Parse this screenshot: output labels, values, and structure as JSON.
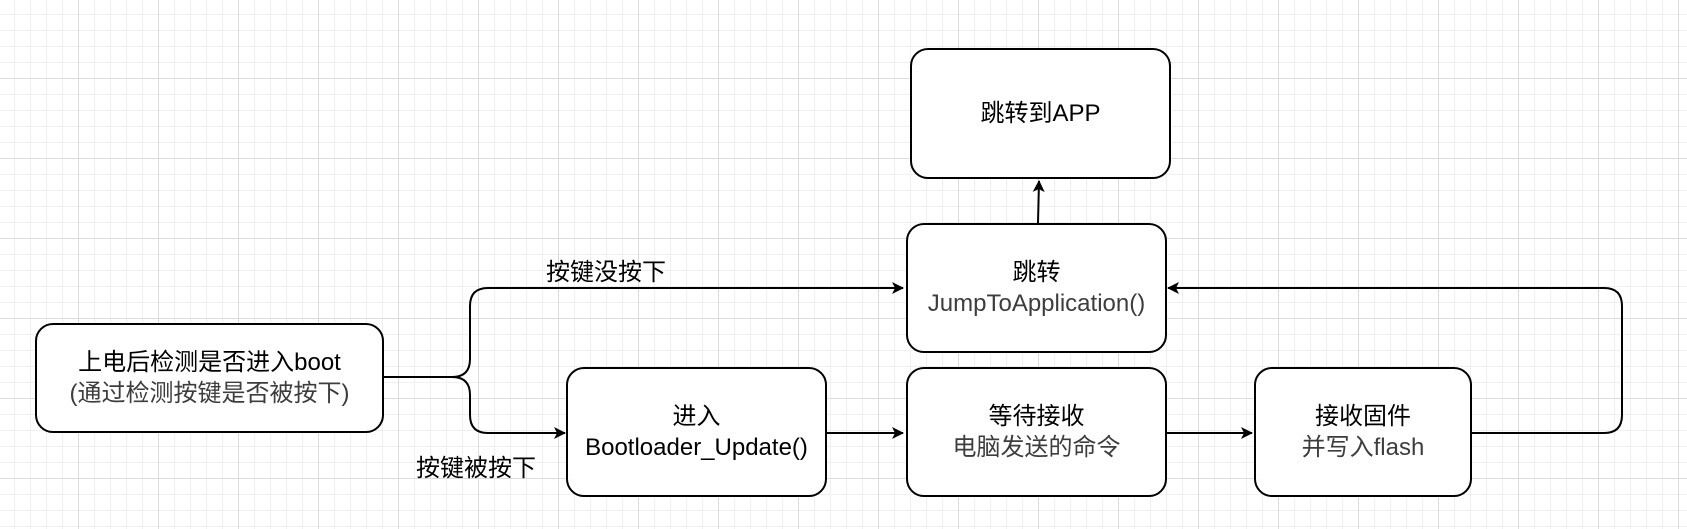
{
  "nodes": {
    "boot_check": {
      "line1": "上电后检测是否进入boot",
      "line2": "(通过检测按键是否被按下)"
    },
    "enter_bootloader": {
      "line1": "进入",
      "line2": "Bootloader_Update()"
    },
    "wait_receive": {
      "line1": "等待接收",
      "line2": "电脑发送的命令"
    },
    "receive_firmware": {
      "line1": "接收固件",
      "line2": "并写入flash"
    },
    "jump": {
      "line1": "跳转",
      "line2": "JumpToApplication()"
    },
    "jump_app": {
      "line1": "跳转到APP"
    }
  },
  "edges": {
    "not_pressed": "按键没按下",
    "pressed": "按键被按下"
  },
  "colors": {
    "stroke": "#000000",
    "grid_major": "#dcdcdc",
    "grid_minor": "#f0f0f0"
  }
}
